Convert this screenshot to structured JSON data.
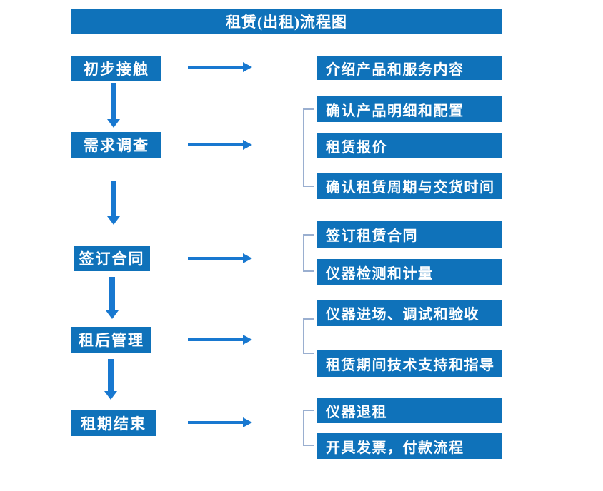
{
  "title": "租赁(出租)流程图",
  "colors": {
    "box_blue": "#0F72BA",
    "arrow_blue": "#1878D0",
    "bracket_blue": "#9AAFD0",
    "text_white": "#FFFFFF"
  },
  "steps": [
    {
      "label": "初步接触",
      "details": [
        "介绍产品和服务内容"
      ]
    },
    {
      "label": "需求调查",
      "details": [
        "确认产品明细和配置",
        "租赁报价",
        "确认租赁周期与交货时间"
      ]
    },
    {
      "label": "签订合同",
      "details": [
        "签订租赁合同",
        "仪器检测和计量"
      ]
    },
    {
      "label": "租后管理",
      "details": [
        "仪器进场、调试和验收",
        "租赁期间技术支持和指导"
      ]
    },
    {
      "label": "租期结束",
      "details": [
        "仪器退租",
        "开具发票，付款流程"
      ]
    }
  ]
}
